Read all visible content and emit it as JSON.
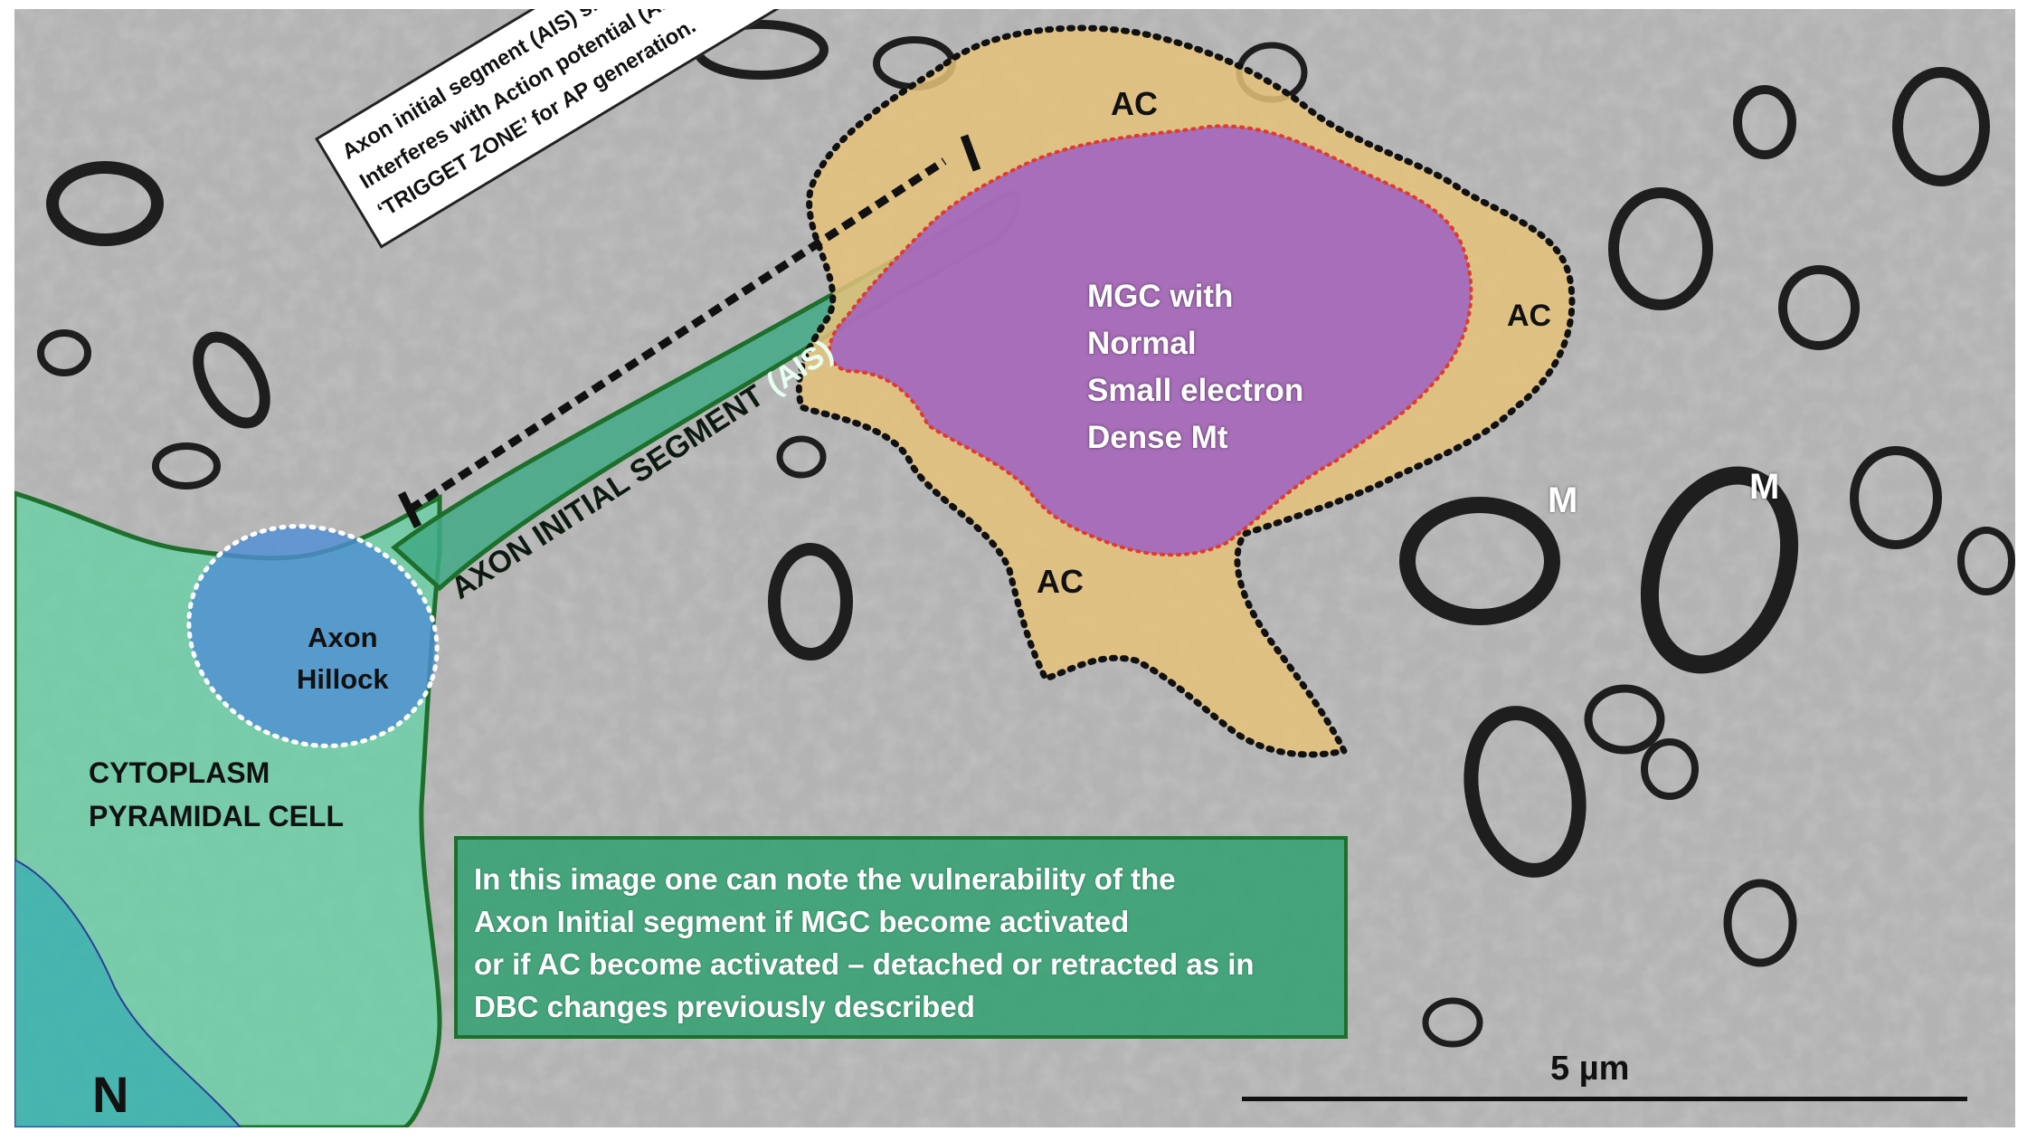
{
  "labels": {
    "ac_top": "AC",
    "ac_right": "AC",
    "ac_bottom": "AC",
    "mgc_line1": "MGC with",
    "mgc_line2": "Normal",
    "mgc_line3": "Small electron",
    "mgc_line4": "Dense Mt",
    "m_left": "M",
    "m_right": "M",
    "axon_hillock_line1": "Axon",
    "axon_hillock_line2": "Hillock",
    "cytoplasm_line1": "CYTOPLASM",
    "cytoplasm_line2": "PYRAMIDAL CELL",
    "nucleus": "N",
    "ais_label": "AXON INITIAL SEGMENT",
    "ais_abbr": "(AIS)",
    "scale": "5 µm"
  },
  "note": {
    "line1": "Axon initial segment (AIS) shortening in DBC",
    "line2": "Interferes with Action potential (AP) Initiation - a",
    "line3": "‘TRIGGET ZONE’ for AP generation."
  },
  "callout": {
    "line1": "In this image one can note the vulnerability of the",
    "line2": "Axon Initial segment if MGC become activated",
    "line3": "or if AC become activated – detached or retracted as in",
    "line4": "DBC  changes previously described"
  },
  "colors": {
    "background_tissue": "#a9a9a9",
    "astrocyte_overlay": "#e6c27a",
    "microglia_overlay": "#9b5cc4",
    "pyramidal_cell_overlay": "#5fd4a3",
    "axon_hillock_overlay": "#4f8fd6",
    "nucleus_overlay": "#3fb0b0",
    "outline_green": "#1d6f2b",
    "outline_red": "#e03a2a"
  }
}
